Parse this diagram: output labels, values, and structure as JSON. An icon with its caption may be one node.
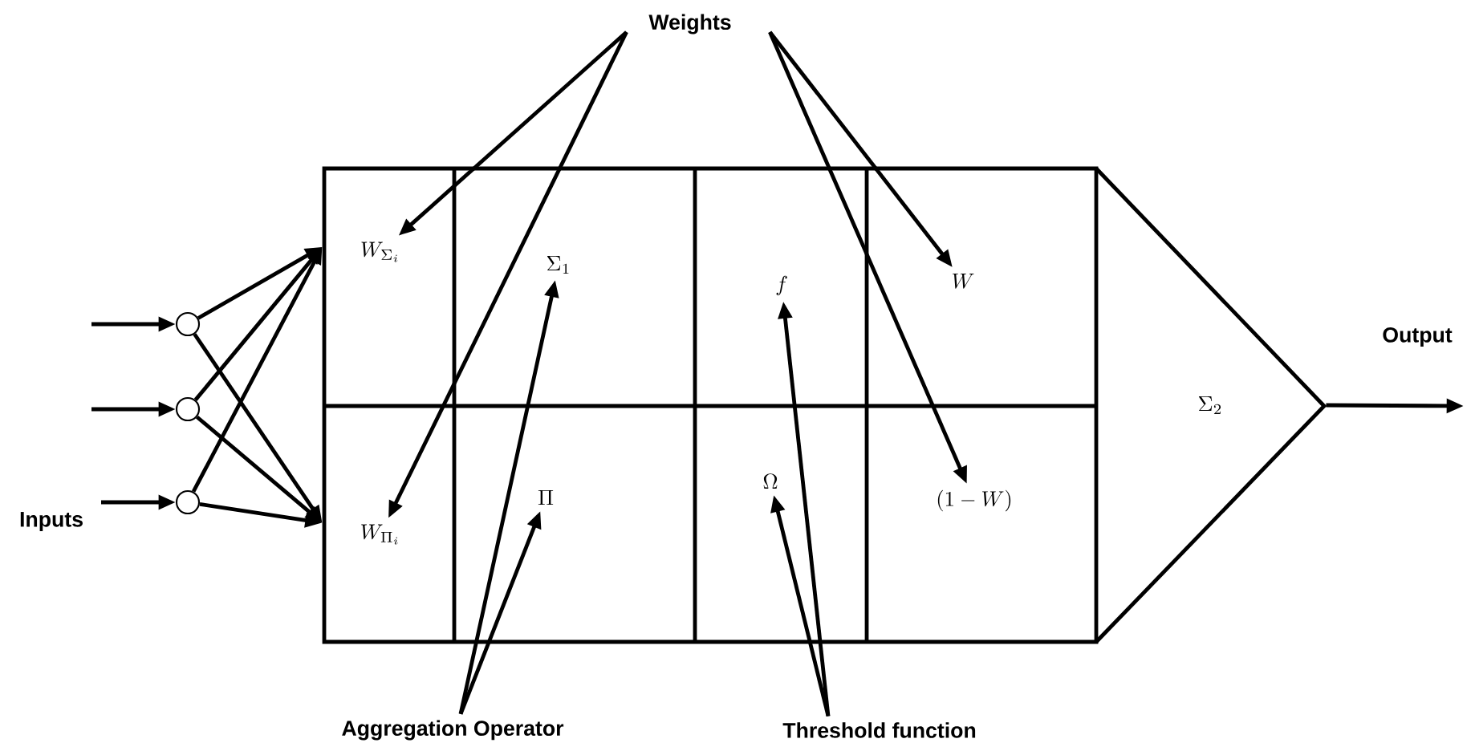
{
  "diagram": {
    "nodes": [
      {
        "text": [
          "Weights"
        ]
      },
      {
        "text": [],
        "shape": "box"
      },
      {
        "text": [
          "W_{\\Sigma_i}"
        ],
        "in": 1
      },
      {
        "text": [
          "\\Sigma_1"
        ],
        "in": 1
      },
      {
        "text": [
          "f"
        ],
        "in": 1
      },
      {
        "text": [
          "W"
        ],
        "in": 1
      },
      {
        "text": [
          "W_{\\Pi_i}"
        ],
        "in": 1
      },
      {
        "text": [
          "\\Pi"
        ],
        "in": 1
      },
      {
        "text": [
          "\\Omega"
        ],
        "in": 1
      },
      {
        "text": [
          "(1-W)"
        ],
        "in": 1
      },
      {
        "text": [
          "\\Sigma_2"
        ]
      },
      {
        "text": [],
        "shape": "circle"
      },
      {
        "text": [],
        "shape": "circle"
      },
      {
        "text": [],
        "shape": "circle"
      },
      {
        "text": [
          "Aggregation Operator"
        ]
      },
      {
        "text": [
          "Threshold function"
        ]
      }
    ],
    "edges": [
      {
        "from": 0,
        "to": 2,
        "arrow": "to"
      },
      {
        "from": 0,
        "to": 6,
        "arrow": "to"
      },
      {
        "from": 0,
        "to": 5,
        "arrow": "to"
      },
      {
        "from": 0,
        "to": 9,
        "arrow": "to"
      },
      {
        "from": null,
        "to": 11,
        "arrow": "to"
      },
      {
        "from": null,
        "to": 12,
        "arrow": "to"
      },
      {
        "from": null,
        "to": 13,
        "arrow": "to"
      },
      {
        "from": 11,
        "to": 1,
        "arrow": "to"
      },
      {
        "from": 11,
        "to": 1,
        "arrow": "to"
      },
      {
        "from": 12,
        "to": 1,
        "arrow": "to"
      },
      {
        "from": 12,
        "to": 1,
        "arrow": "to"
      },
      {
        "from": 13,
        "to": 1,
        "arrow": "to"
      },
      {
        "from": 13,
        "to": 1,
        "arrow": "to"
      },
      {
        "from": 10,
        "to": null,
        "arrow": "to"
      },
      {
        "from": 14,
        "to": 3,
        "arrow": "to"
      },
      {
        "from": 14,
        "to": 7,
        "arrow": "to"
      },
      {
        "from": 15,
        "to": 4,
        "arrow": "to"
      },
      {
        "from": 15,
        "to": 8,
        "arrow": "to"
      }
    ],
    "labels": [
      "Inputs",
      "Output"
    ]
  }
}
